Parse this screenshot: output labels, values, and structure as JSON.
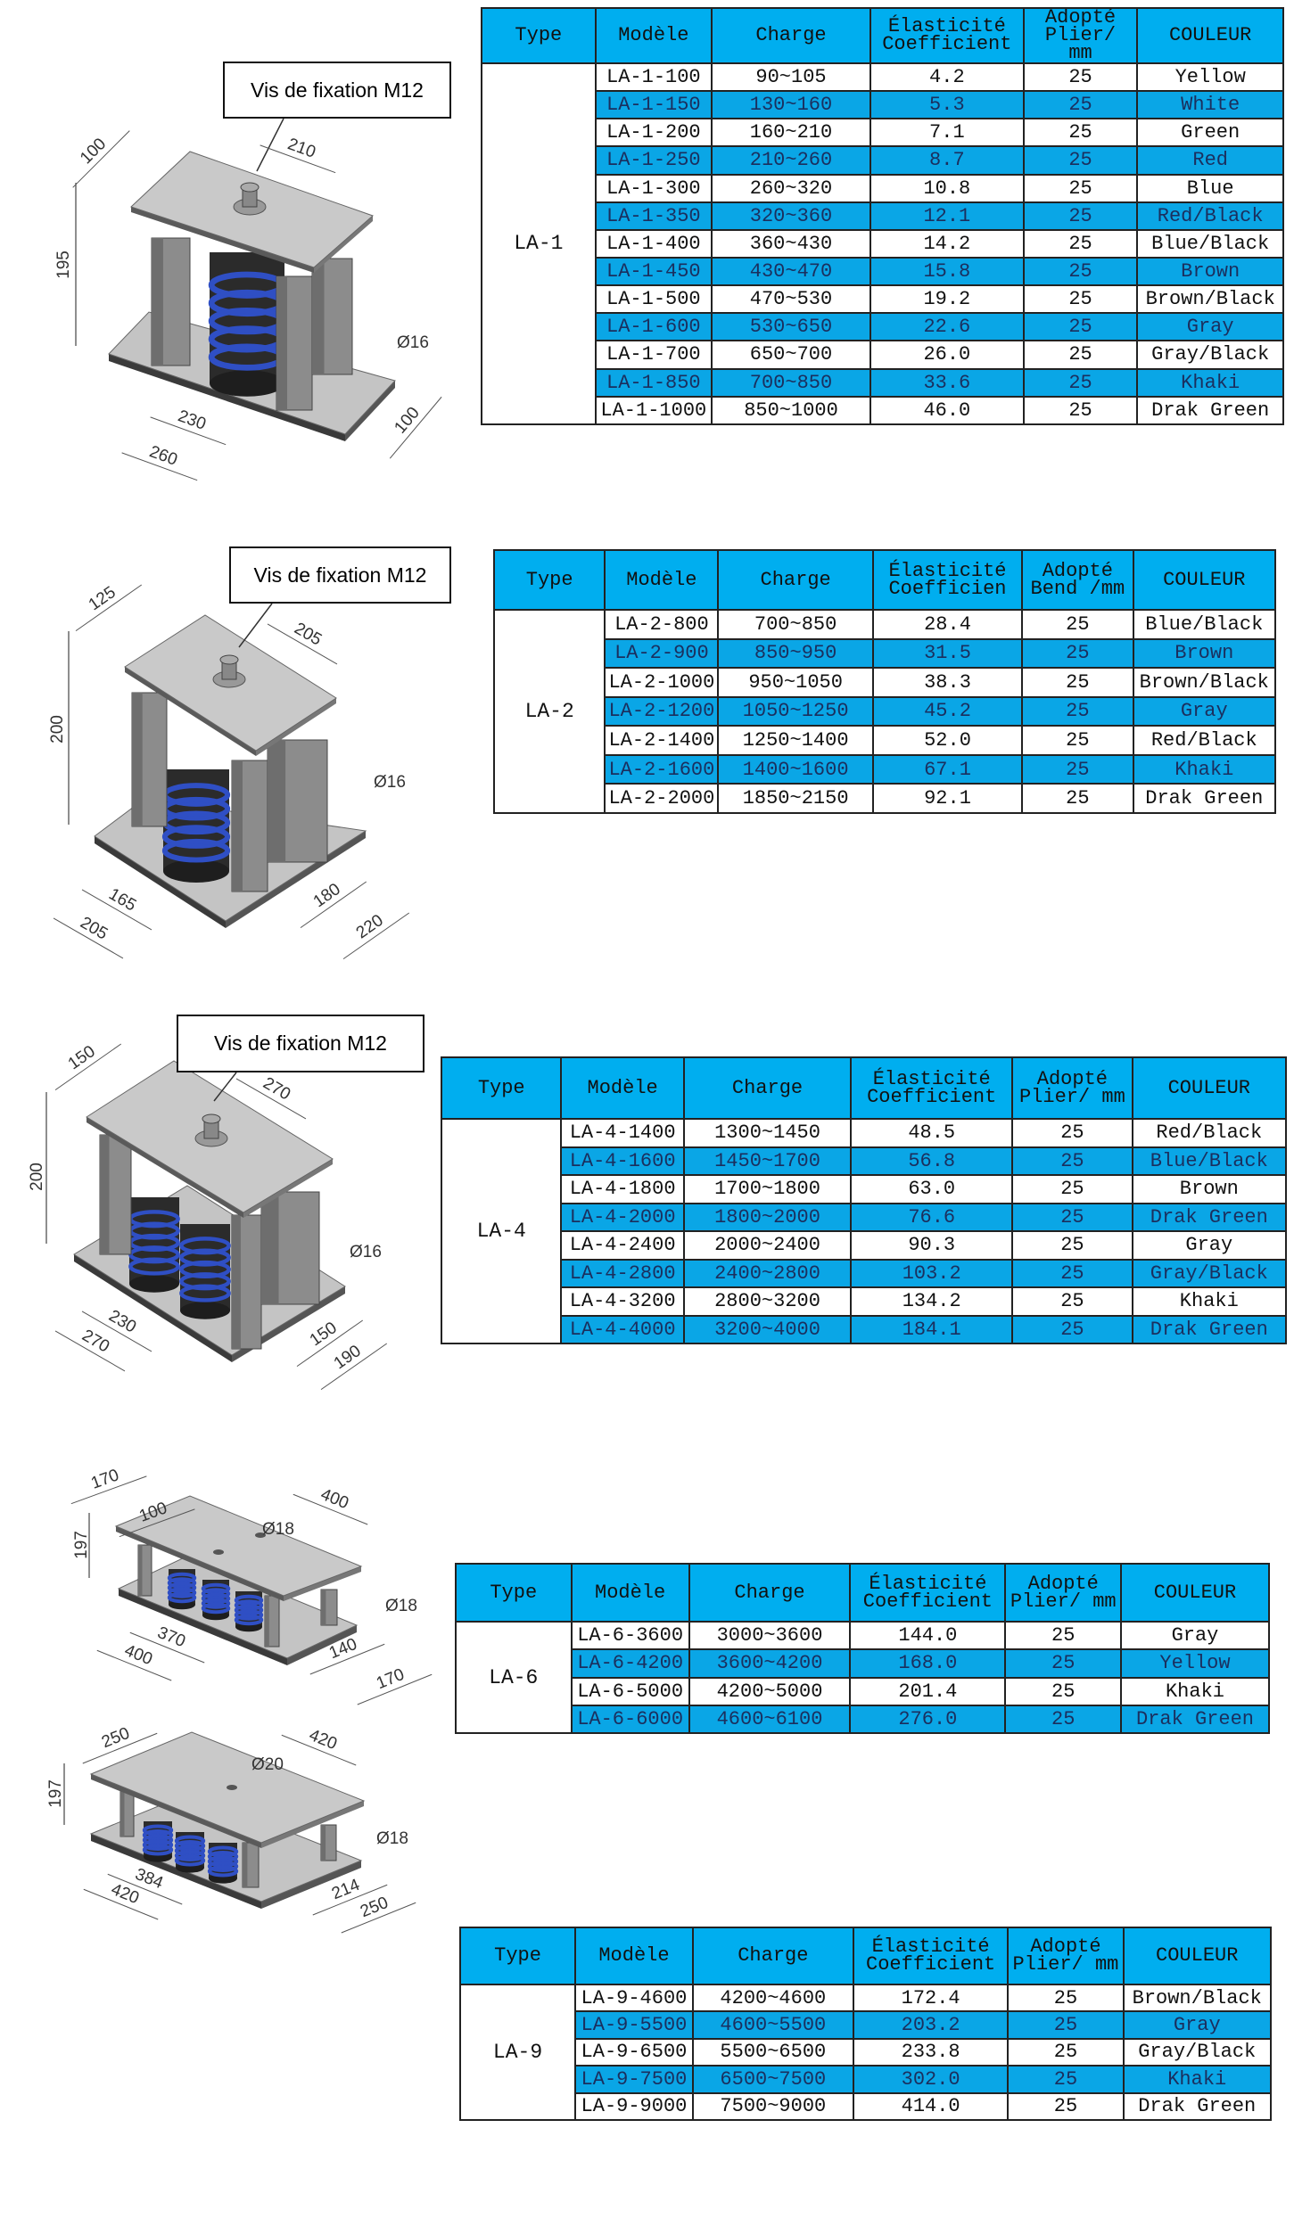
{
  "callouts": [
    "Vis de fixation M12",
    "Vis de fixation M12",
    "Vis de fixation M12"
  ],
  "colors": {
    "header": "#00AEEF",
    "alt_row": "#0AA6E6",
    "spring": "#2F4FC4"
  },
  "tables": [
    {
      "headers": {
        "type": "Type",
        "model": "Modèle",
        "charge": "Charge",
        "elasticity": "Élasticité\nCoefficient",
        "adopted": "Adopté\nPlier/\nmm",
        "color": "COULEUR"
      },
      "type": "LA-1",
      "rows": [
        [
          "LA-1-100",
          "90~105",
          "4.2",
          "25",
          "Yellow"
        ],
        [
          "LA-1-150",
          "130~160",
          "5.3",
          "25",
          "White"
        ],
        [
          "LA-1-200",
          "160~210",
          "7.1",
          "25",
          "Green"
        ],
        [
          "LA-1-250",
          "210~260",
          "8.7",
          "25",
          "Red"
        ],
        [
          "LA-1-300",
          "260~320",
          "10.8",
          "25",
          "Blue"
        ],
        [
          "LA-1-350",
          "320~360",
          "12.1",
          "25",
          "Red/Black"
        ],
        [
          "LA-1-400",
          "360~430",
          "14.2",
          "25",
          "Blue/Black"
        ],
        [
          "LA-1-450",
          "430~470",
          "15.8",
          "25",
          "Brown"
        ],
        [
          "LA-1-500",
          "470~530",
          "19.2",
          "25",
          "Brown/Black"
        ],
        [
          "LA-1-600",
          "530~650",
          "22.6",
          "25",
          "Gray"
        ],
        [
          "LA-1-700",
          "650~700",
          "26.0",
          "25",
          "Gray/Black"
        ],
        [
          "LA-1-850",
          "700~850",
          "33.6",
          "25",
          "Khaki"
        ],
        [
          "LA-1-1000",
          "850~1000",
          "46.0",
          "25",
          "Drak Green"
        ]
      ]
    },
    {
      "headers": {
        "type": "Type",
        "model": "Modèle",
        "charge": "Charge",
        "elasticity": "Élasticité\nCoefficien",
        "adopted": "Adopté\nBend /mm",
        "color": "COULEUR"
      },
      "type": "LA-2",
      "rows": [
        [
          "LA-2-800",
          "700~850",
          "28.4",
          "25",
          "Blue/Black"
        ],
        [
          "LA-2-900",
          "850~950",
          "31.5",
          "25",
          "Brown"
        ],
        [
          "LA-2-1000",
          "950~1050",
          "38.3",
          "25",
          "Brown/Black"
        ],
        [
          "LA-2-1200",
          "1050~1250",
          "45.2",
          "25",
          "Gray"
        ],
        [
          "LA-2-1400",
          "1250~1400",
          "52.0",
          "25",
          "Red/Black"
        ],
        [
          "LA-2-1600",
          "1400~1600",
          "67.1",
          "25",
          "Khaki"
        ],
        [
          "LA-2-2000",
          "1850~2150",
          "92.1",
          "25",
          "Drak Green"
        ]
      ]
    },
    {
      "headers": {
        "type": "Type",
        "model": "Modèle",
        "charge": "Charge",
        "elasticity": "Élasticité\nCoefficient",
        "adopted": "Adopté\nPlier/ mm",
        "color": "COULEUR"
      },
      "type": "LA-4",
      "rows": [
        [
          "LA-4-1400",
          "1300~1450",
          "48.5",
          "25",
          "Red/Black"
        ],
        [
          "LA-4-1600",
          "1450~1700",
          "56.8",
          "25",
          "Blue/Black"
        ],
        [
          "LA-4-1800",
          "1700~1800",
          "63.0",
          "25",
          "Brown"
        ],
        [
          "LA-4-2000",
          "1800~2000",
          "76.6",
          "25",
          "Drak Green"
        ],
        [
          "LA-4-2400",
          "2000~2400",
          "90.3",
          "25",
          "Gray"
        ],
        [
          "LA-4-2800",
          "2400~2800",
          "103.2",
          "25",
          "Gray/Black"
        ],
        [
          "LA-4-3200",
          "2800~3200",
          "134.2",
          "25",
          "Khaki"
        ],
        [
          "LA-4-4000",
          "3200~4000",
          "184.1",
          "25",
          "Drak Green"
        ]
      ]
    },
    {
      "headers": {
        "type": "Type",
        "model": "Modèle",
        "charge": "Charge",
        "elasticity": "Élasticité\nCoefficient",
        "adopted": "Adopté\nPlier/ mm",
        "color": "COULEUR"
      },
      "type": "LA-6",
      "rows": [
        [
          "LA-6-3600",
          "3000~3600",
          "144.0",
          "25",
          "Gray"
        ],
        [
          "LA-6-4200",
          "3600~4200",
          "168.0",
          "25",
          "Yellow"
        ],
        [
          "LA-6-5000",
          "4200~5000",
          "201.4",
          "25",
          "Khaki"
        ],
        [
          "LA-6-6000",
          "4600~6100",
          "276.0",
          "25",
          "Drak Green"
        ]
      ]
    },
    {
      "headers": {
        "type": "Type",
        "model": "Modèle",
        "charge": "Charge",
        "elasticity": "Élasticité\nCoefficient",
        "adopted": "Adopté\nPlier/ mm",
        "color": "COULEUR"
      },
      "type": "LA-9",
      "rows": [
        [
          "LA-9-4600",
          "4200~4600",
          "172.4",
          "25",
          "Brown/Black"
        ],
        [
          "LA-9-5500",
          "4600~5500",
          "203.2",
          "25",
          "Gray"
        ],
        [
          "LA-9-6500",
          "5500~6500",
          "233.8",
          "25",
          "Gray/Black"
        ],
        [
          "LA-9-7500",
          "6500~7500",
          "302.0",
          "25",
          "Khaki"
        ],
        [
          "LA-9-9000",
          "7500~9000",
          "414.0",
          "25",
          "Drak Green"
        ]
      ]
    }
  ],
  "drawings": [
    {
      "dimensions": [
        "100",
        "210",
        "195",
        "Ø16",
        "230",
        "260",
        "100"
      ]
    },
    {
      "dimensions": [
        "125",
        "205",
        "200",
        "Ø16",
        "165",
        "205",
        "180",
        "220"
      ]
    },
    {
      "dimensions": [
        "150",
        "270",
        "200",
        "Ø16",
        "230",
        "270",
        "150",
        "190"
      ]
    },
    {
      "dimensions": [
        "170",
        "100",
        "400",
        "Ø18",
        "197",
        "Ø18",
        "370",
        "400",
        "140",
        "170"
      ]
    },
    {
      "dimensions": [
        "250",
        "420",
        "Ø20",
        "197",
        "Ø18",
        "384",
        "420",
        "214",
        "250"
      ]
    }
  ]
}
